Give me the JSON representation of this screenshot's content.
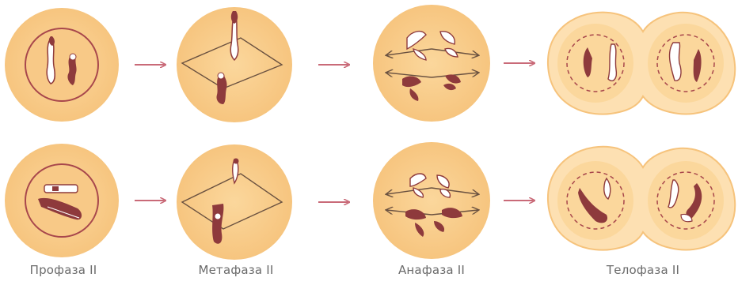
{
  "stages": [
    {
      "label": "Профаза II"
    },
    {
      "label": "Метафаза II"
    },
    {
      "label": "Анафаза II"
    },
    {
      "label": "Телофаза II"
    }
  ],
  "colors": {
    "cytoplasm": "#f9cf8f",
    "cytoplasm_outer": "#fde0b2",
    "chromosome_dark": "#8e3a3c",
    "chromosome_light": "#ffffff",
    "membrane": "#a8474c",
    "arrow": "#c96a78",
    "spindle": "#6a5140",
    "label_text": "#6b6b6b"
  },
  "arrows": [
    {
      "from": "Профаза II",
      "to": "Метафаза II"
    },
    {
      "from": "Метафаза II",
      "to": "Анафаза II"
    },
    {
      "from": "Анафаза II",
      "to": "Телофаза II"
    }
  ]
}
